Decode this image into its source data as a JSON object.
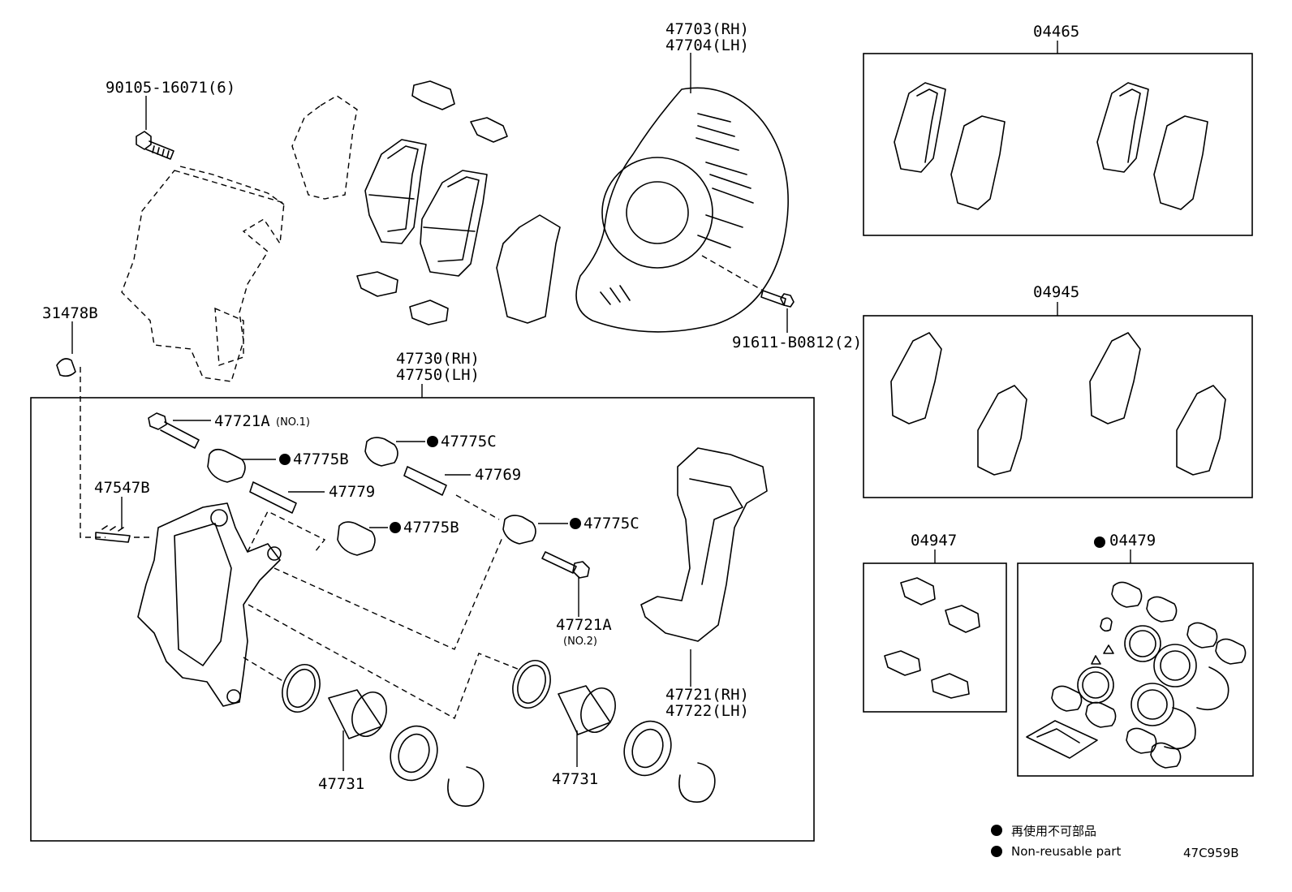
{
  "labels": {
    "bolt_top": "90105-16071(6)",
    "shield_rh": "47703(RH)",
    "shield_lh": "47704(LH)",
    "kit_04465": "04465",
    "kit_04945": "04945",
    "kit_04947": "04947",
    "kit_04479": "04479",
    "cap_31478b": "31478B",
    "bolt_91611": "91611-B0812(2)",
    "caliper_rh": "47730(RH)",
    "caliper_lh": "47750(LH)",
    "pin_bolt_no1": "47721A",
    "pin_bolt_no1_sub": "(NO.1)",
    "boot_47775b_1": "47775B",
    "boot_47775c_1": "47775C",
    "pin_47769": "47769",
    "pin_47779": "47779",
    "bleeder_47547b": "47547B",
    "boot_47775b_2": "47775B",
    "boot_47775c_2": "47775C",
    "pin_bolt_no2": "47721A",
    "pin_bolt_no2_sub": "(NO.2)",
    "mount_rh": "47721(RH)",
    "mount_lh": "47722(LH)",
    "piston_1": "47731",
    "piston_2": "47731"
  },
  "legend": {
    "ja": "再使用不可部品",
    "en": "Non-reusable part",
    "code": "47C959B"
  }
}
